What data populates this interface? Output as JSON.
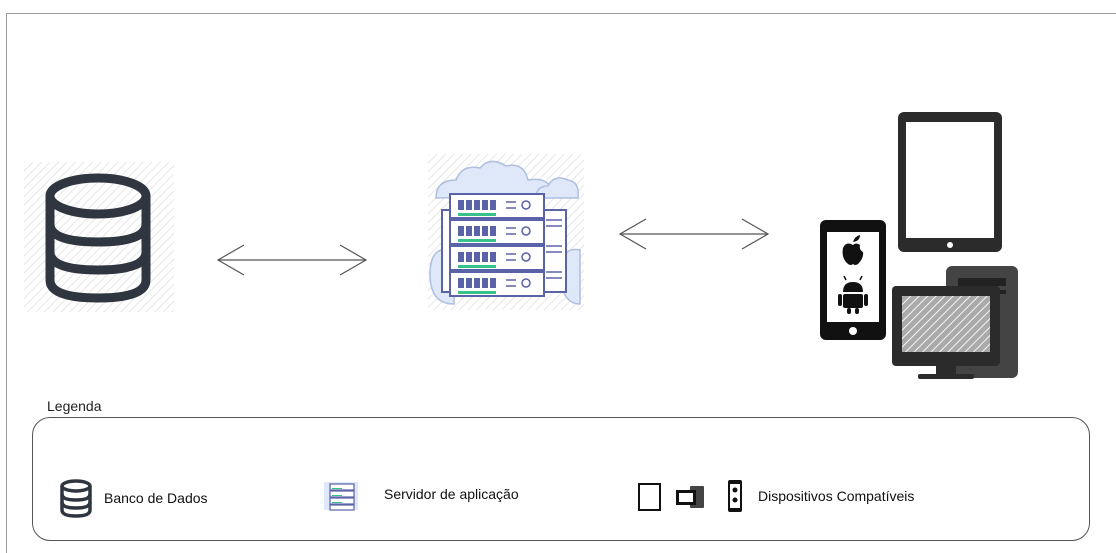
{
  "diagram": {
    "nodes": [
      {
        "id": "database",
        "icon": "database-icon"
      },
      {
        "id": "app-server",
        "icon": "server-icon"
      },
      {
        "id": "devices",
        "icon": "devices-icon"
      }
    ],
    "edges": [
      {
        "from": "database",
        "to": "app-server",
        "style": "bidirectional-arrow"
      },
      {
        "from": "app-server",
        "to": "devices",
        "style": "bidirectional-arrow"
      }
    ]
  },
  "legend": {
    "title": "Legenda",
    "items": [
      {
        "label": "Banco de Dados",
        "icon": "database-icon"
      },
      {
        "label": "Servidor de aplicação",
        "icon": "server-icon"
      },
      {
        "label": "Dispositivos Compatíveis",
        "icon": "devices-icon"
      }
    ]
  },
  "colors": {
    "icon_dark": "#2f3640",
    "server_blue": "#5a62a8",
    "server_light": "#dfe8f8",
    "server_green": "#38c28a",
    "edge": "#555555",
    "border": "#9a9a9a"
  }
}
